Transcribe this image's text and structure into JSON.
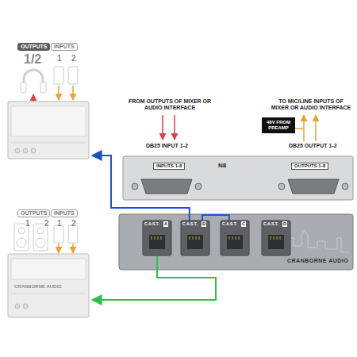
{
  "diagram": {
    "nodes": [
      {
        "text": [
          "OUTPUTS",
          "1/2",
          "INPUTS",
          "1",
          "2"
        ]
      },
      {
        "text": [
          "OUTPUTS",
          "1",
          "2",
          "INPUTS",
          "1",
          "2",
          "CRANBORNE AUDIO"
        ]
      },
      {
        "text": [
          "48V FROM PREAMP"
        ]
      },
      {
        "text": [
          "INPUTS 1-8",
          "N8",
          "OUTPUTS 1-8"
        ]
      },
      {
        "text": [
          "CRANBORNE AUDIO"
        ]
      },
      {
        "text": [
          "C.A.S.T.",
          "A"
        ],
        "in": 4
      },
      {
        "text": [
          "C.A.S.T.",
          "B"
        ],
        "in": 4
      },
      {
        "text": [
          "C.A.S.T.",
          "C"
        ],
        "in": 4
      },
      {
        "text": [
          "C.A.S.T.",
          "D"
        ],
        "in": 4
      }
    ],
    "edges": [
      {
        "from": 6,
        "to": 0,
        "arrow": "to"
      },
      {
        "from": 6,
        "to": 7,
        "arrow": "none"
      },
      {
        "from": 5,
        "to": 1,
        "arrow": "to"
      }
    ],
    "labels": [
      "FROM OUTPUTS OF MIXER OR AUDIO INTERFACE",
      "DB25 INPUT 1-2",
      "TO MIC/LINE INPUTS OF MIXER OR AUDIO INTERFACE",
      "DB25 OUTPUT 1-2"
    ]
  }
}
